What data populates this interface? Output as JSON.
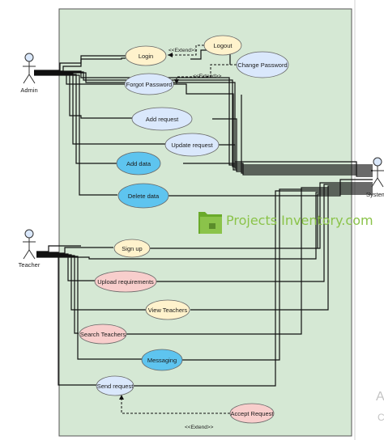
{
  "actors": {
    "admin": "Admin",
    "teacher": "Teacher",
    "system": "System"
  },
  "use_cases": [
    {
      "id": "login",
      "label": "Login",
      "fill": "#fff2cc"
    },
    {
      "id": "logout",
      "label": "Logout",
      "fill": "#fff2cc"
    },
    {
      "id": "change_password",
      "label": "Change Password",
      "fill": "#dae8fc"
    },
    {
      "id": "forgot_password",
      "label": "Forgot Password",
      "fill": "#dae8fc"
    },
    {
      "id": "add_request",
      "label": "Add request",
      "fill": "#dae8fc"
    },
    {
      "id": "update_request",
      "label": "Update request",
      "fill": "#dae8fc"
    },
    {
      "id": "add_data",
      "label": "Add data",
      "fill": "#5ec4ef"
    },
    {
      "id": "delete_data",
      "label": "Delete data",
      "fill": "#5ec4ef"
    },
    {
      "id": "sign_up",
      "label": "Sign up",
      "fill": "#fff2cc"
    },
    {
      "id": "upload_requirements",
      "label": "Upload requirements",
      "fill": "#f8cecc"
    },
    {
      "id": "view_teachers",
      "label": "View Teachers",
      "fill": "#fff2cc"
    },
    {
      "id": "search_teachers",
      "label": "Search Teachers",
      "fill": "#f8cecc"
    },
    {
      "id": "messaging",
      "label": "Messaging",
      "fill": "#5ec4ef"
    },
    {
      "id": "send_request",
      "label": "Send request",
      "fill": "#dae8fc"
    },
    {
      "id": "accept_request",
      "label": "Accept Request",
      "fill": "#f8cecc"
    }
  ],
  "extend_labels": [
    "<<Extend>>",
    "<<Extend>>",
    "<<Extend>>"
  ],
  "watermark": "Projects Inventory.com",
  "side_text": {
    "a": "A",
    "c": "C"
  },
  "colors": {
    "boundary_fill": "#d5e8d4",
    "line": "#111111",
    "watermark_green": "#8bc34a"
  }
}
